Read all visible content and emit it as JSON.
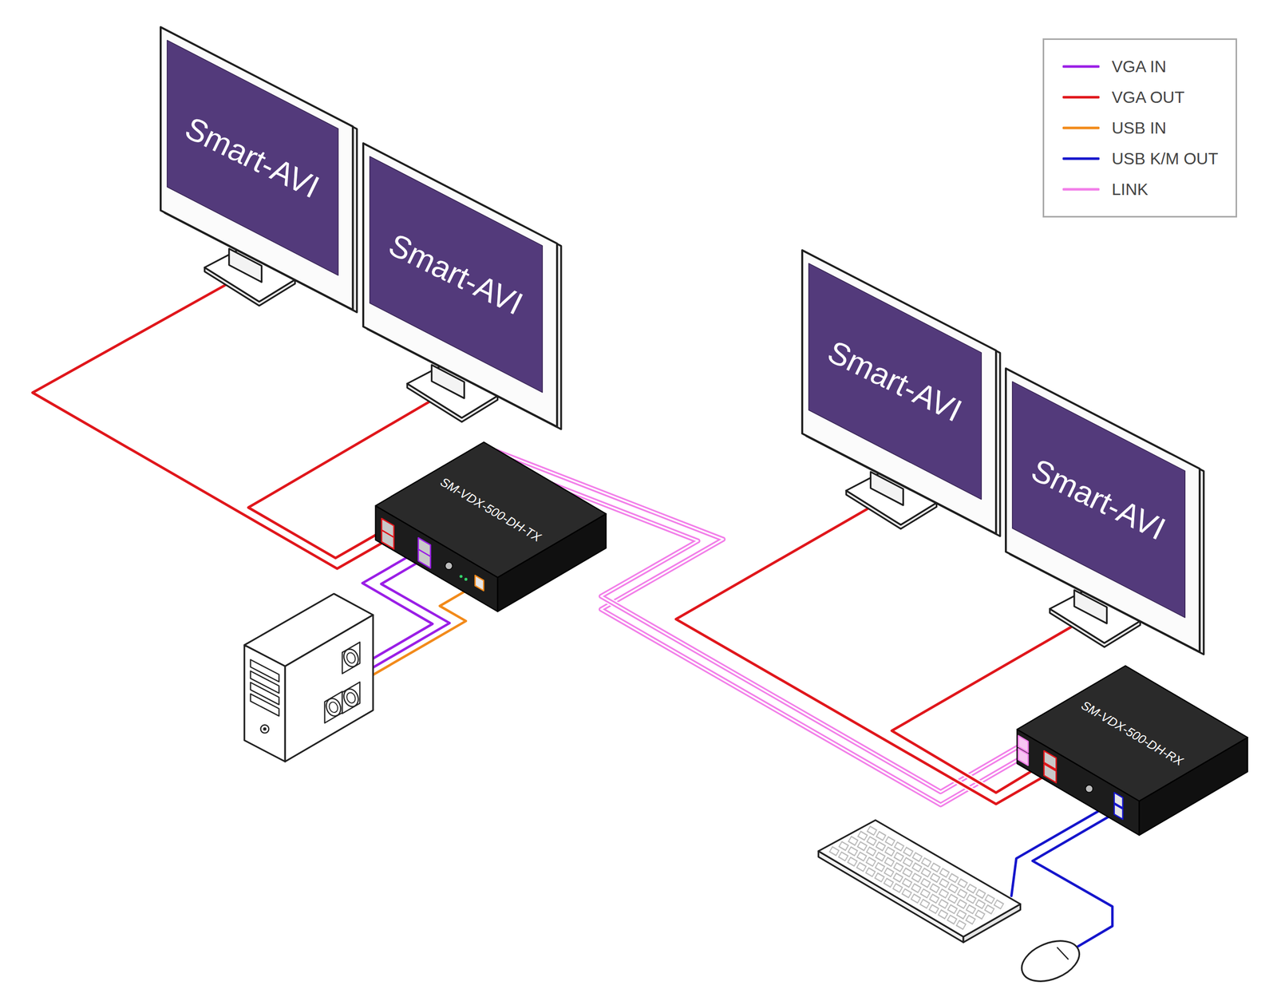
{
  "diagram": {
    "nodes": [
      {
        "text": [
          "Smart-AVI"
        ]
      },
      {
        "text": [
          "Smart-AVI"
        ]
      },
      {
        "text": [
          "SM-VDX-500-DH-TX"
        ]
      },
      {
        "text": [
          "Smart-AVI"
        ]
      },
      {
        "text": [
          "Smart-AVI"
        ]
      },
      {
        "text": [
          "SM-VDX-500-DH-RX"
        ]
      }
    ],
    "edges": [
      {
        "from": 2,
        "to": 0,
        "arrow": "none"
      },
      {
        "from": 2,
        "to": 1,
        "arrow": "none"
      },
      {
        "from": 2,
        "to": 5,
        "arrow": "none"
      },
      {
        "from": 2,
        "to": 5,
        "arrow": "none"
      },
      {
        "from": 5,
        "to": 3,
        "arrow": "none"
      },
      {
        "from": 5,
        "to": 4,
        "arrow": "none"
      }
    ],
    "legend": [
      {
        "text": "VGA IN"
      },
      {
        "text": "VGA OUT"
      },
      {
        "text": "USB IN"
      },
      {
        "text": "USB K/M OUT"
      },
      {
        "text": "LINK"
      }
    ]
  }
}
